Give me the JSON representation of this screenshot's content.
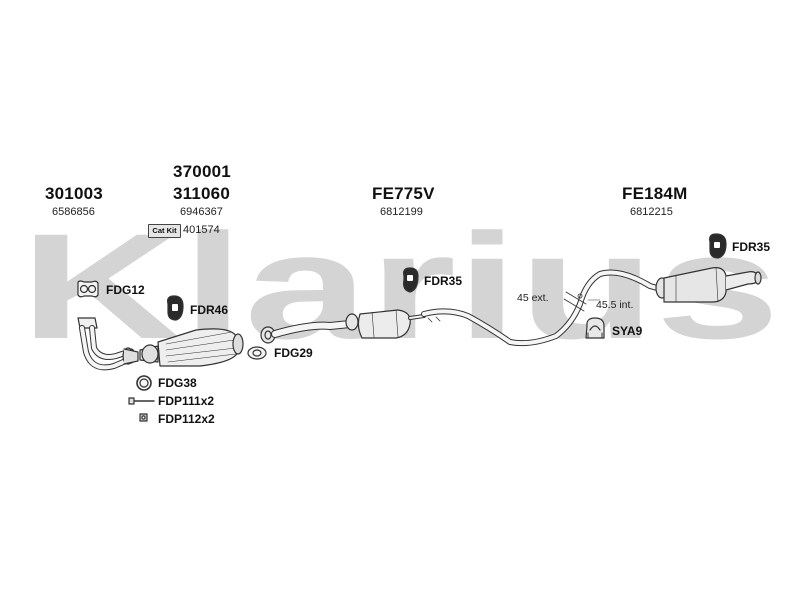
{
  "watermark": "Klarius",
  "headers": [
    {
      "part": "301003",
      "oem": "6586856"
    },
    {
      "part_top": "370001",
      "part": "311060",
      "oem": "6946367"
    },
    {
      "part": "FE775V",
      "oem": "6812199"
    },
    {
      "part": "FE184M",
      "oem": "6812215"
    }
  ],
  "cat_kit": {
    "badge": "Cat Kit",
    "number": "401574"
  },
  "labels": {
    "fdg12": "FDG12",
    "fdr46": "FDR46",
    "fdg29": "FDG29",
    "fdr35_mid": "FDR35",
    "fdr35_right": "FDR35",
    "sya9": "SYA9",
    "fdg38": "FDG38",
    "fdp111": "FDP111x2",
    "fdp112": "FDP112x2"
  },
  "dimensions": {
    "ext": "45 ext.",
    "int": "45.5 int."
  },
  "colors": {
    "watermark": "#d4d4d4",
    "line": "#333333",
    "part_fill": "#e8e8e8",
    "rubber": "#2a2a2a"
  }
}
